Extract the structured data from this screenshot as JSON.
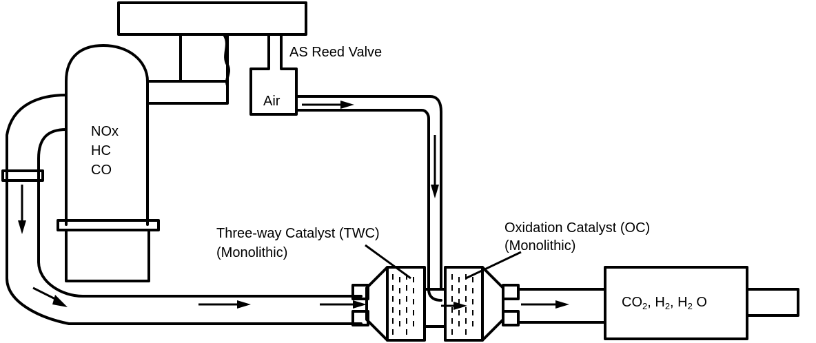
{
  "labels": {
    "reed_valve": "AS Reed Valve",
    "air": "Air",
    "pollutants": [
      "NOx",
      "HC",
      "CO"
    ],
    "twc_line1": "Three-way Catalyst (TWC)",
    "twc_line2": "(Monolithic)",
    "oc_line1": "Oxidation Catalyst (OC)",
    "oc_line2": "(Monolithic)",
    "products": {
      "co": "CO",
      "co_sub": "2",
      "sep1": ", ",
      "h": "H",
      "h_sub": "2",
      "sep2": ", ",
      "h2o_a": "H",
      "h2o_sub": "2",
      "h2o_b": " O"
    }
  }
}
